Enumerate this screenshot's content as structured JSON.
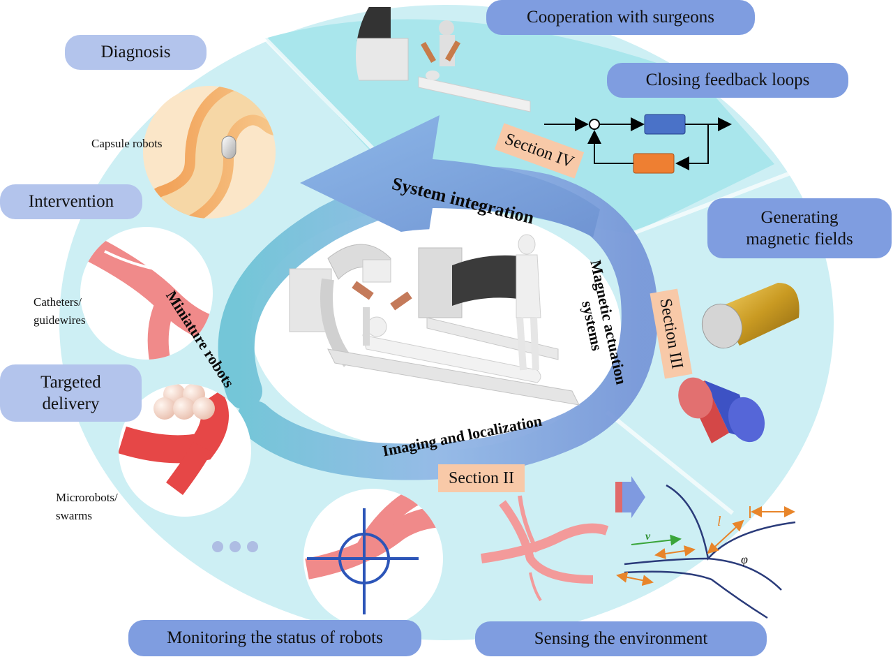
{
  "categories": {
    "diagnosis": "Diagnosis",
    "intervention": "Intervention",
    "targeted_delivery_line1": "Targeted",
    "targeted_delivery_line2": "delivery"
  },
  "examples": {
    "capsule": "Capsule robots",
    "catheters_line1": "Catheters/",
    "catheters_line2": "guidewires",
    "microrobots_line1": "Microrobots/",
    "microrobots_line2": "swarms"
  },
  "topics": {
    "cooperation": "Cooperation with surgeons",
    "feedback": "Closing feedback loops",
    "fields_line1": "Generating",
    "fields_line2": "magnetic fields",
    "monitoring": "Monitoring the status of robots",
    "sensing": "Sensing the environment"
  },
  "sections": {
    "s2": "Section II",
    "s3": "Section III",
    "s4": "Section IV"
  },
  "cycle": {
    "system_integration": "System integration",
    "actuation_line1": "Magnetic actuation",
    "actuation_line2": "systems",
    "imaging": "Imaging and localization",
    "miniature": "Miniature robots"
  },
  "symbols": {
    "velocity": "v",
    "length": "l",
    "angle": "φ"
  },
  "colors": {
    "outer_disc": "#cdeff4",
    "top_band": "#a9e6ec",
    "inner_disc": "#ffffff",
    "pill_light": "#b3c4ec",
    "pill_dark": "#7f9de0",
    "section_tag": "#f8c9a8",
    "arrow_blue": "#7fa0d9",
    "vessel_red": "#e64747",
    "block_blue": "#4a72c8",
    "block_orange": "#ee7f32",
    "dimension_orange": "#e8852a"
  }
}
